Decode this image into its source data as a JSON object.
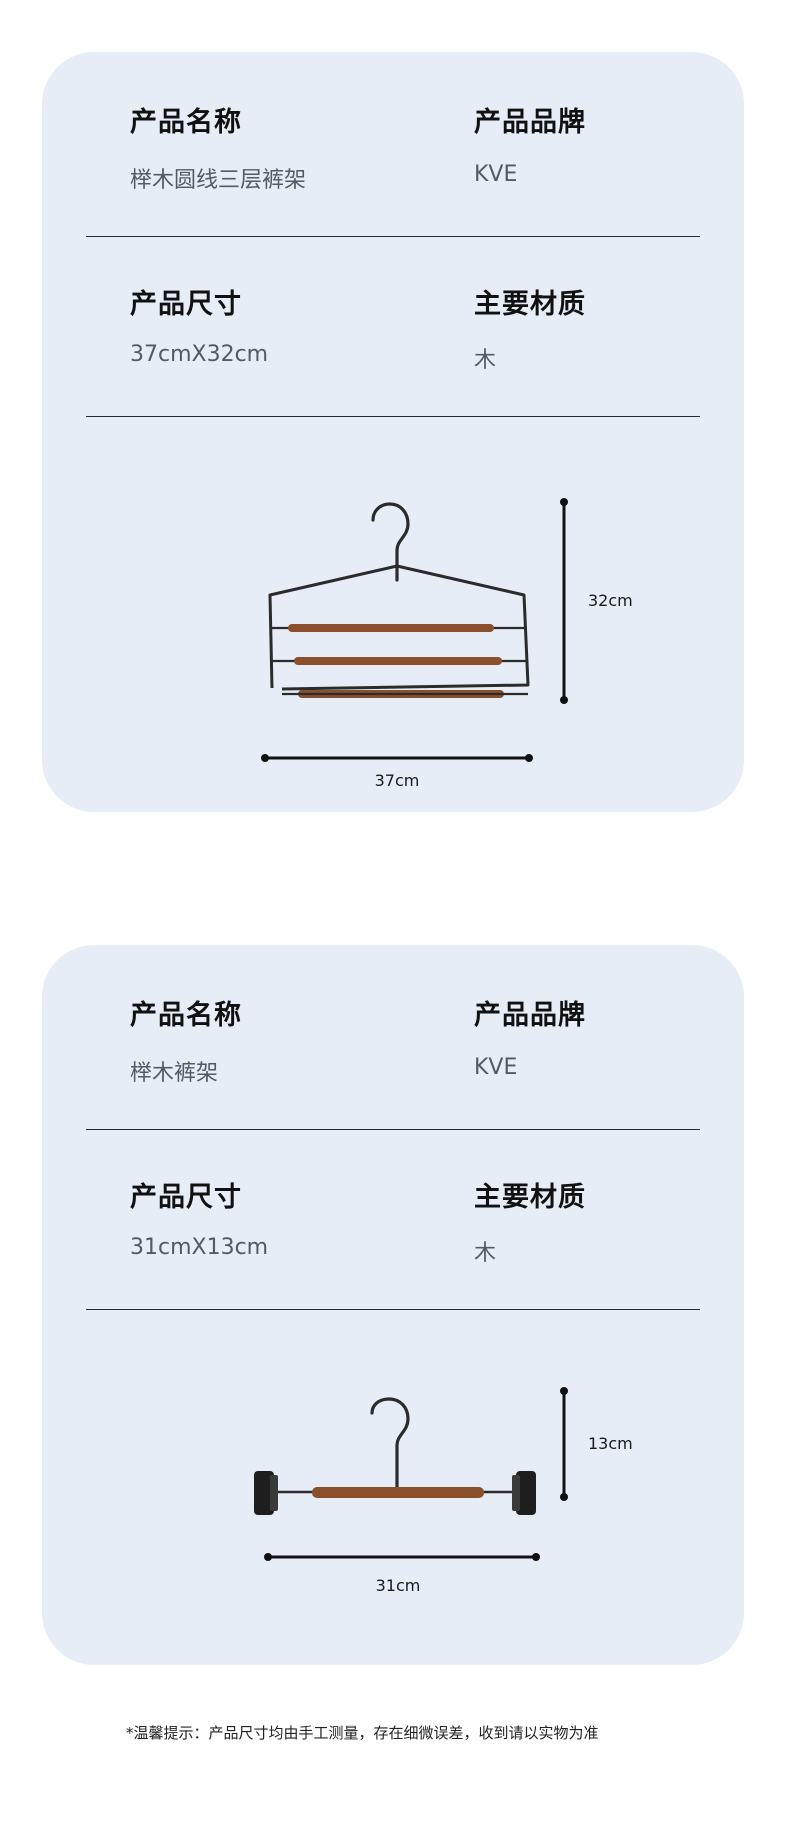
{
  "products": [
    {
      "name_label": "产品名称",
      "name_value": "榉木圆线三层裤架",
      "brand_label": "产品品牌",
      "brand_value": "KVE",
      "size_label": "产品尺寸",
      "size_value": "37cmX32cm",
      "material_label": "主要材质",
      "material_value": "木",
      "height_dimension": "32cm",
      "width_dimension": "37cm"
    },
    {
      "name_label": "产品名称",
      "name_value": "榉木裤架",
      "brand_label": "产品品牌",
      "brand_value": "KVE",
      "size_label": "产品尺寸",
      "size_value": "31cmX13cm",
      "material_label": "主要材质",
      "material_value": "木",
      "height_dimension": "13cm",
      "width_dimension": "31cm"
    }
  ],
  "footer_note": "*温馨提示：产品尺寸均由手工测量，存在细微误差，收到请以实物为准",
  "colors": {
    "card_background": "#e7edf6",
    "wood": "#8a4f2c",
    "metal": "#2b2b2b"
  }
}
